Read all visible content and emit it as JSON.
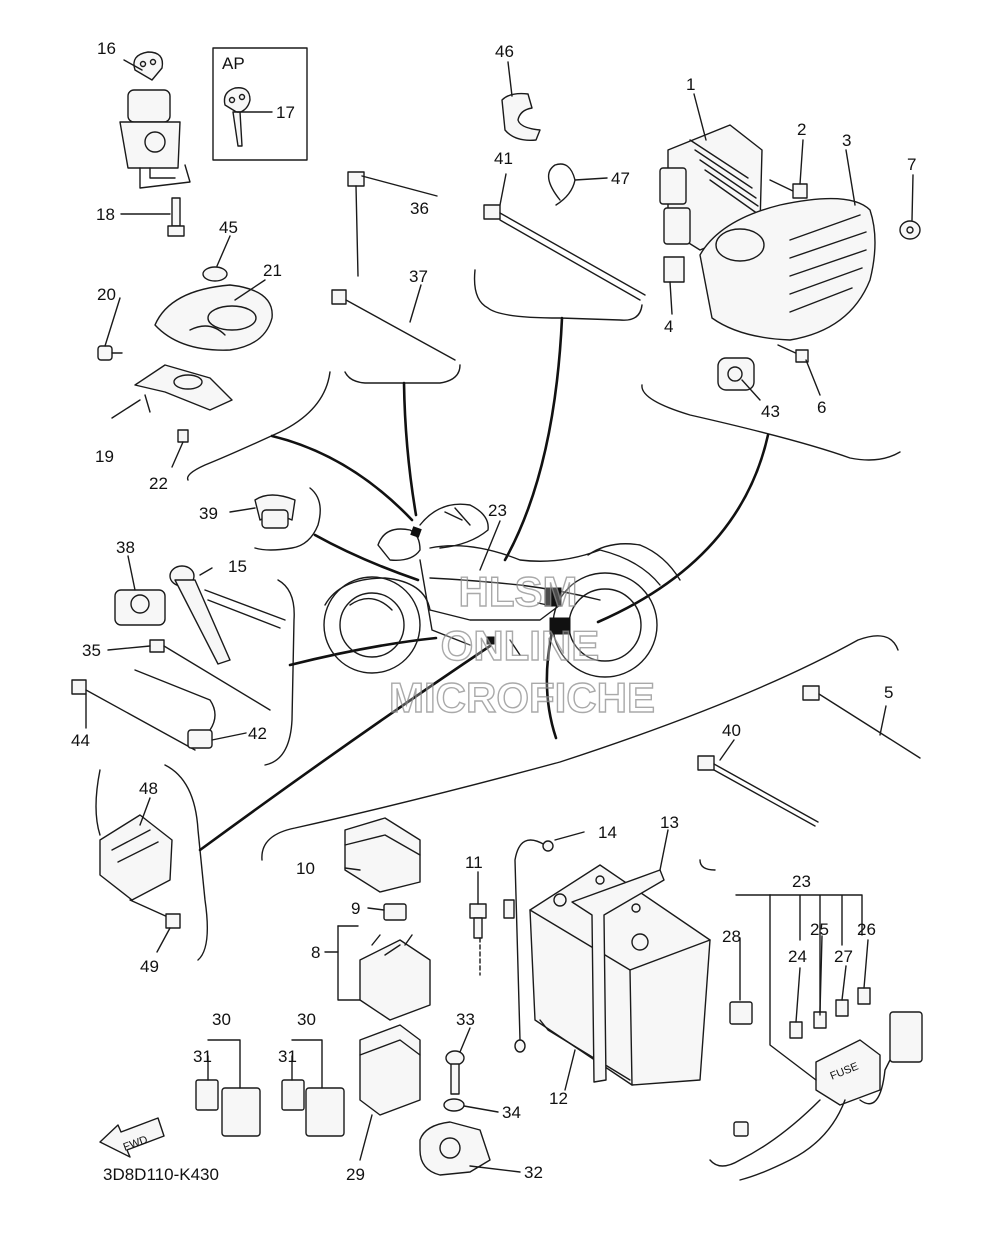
{
  "diagram": {
    "code": "3D8D110-K430",
    "ap_label": "AP",
    "fwd_label": "FWD",
    "fuse_label": "FUSE",
    "watermark": [
      "HLSM",
      "ONLINE",
      "MICROFICHE"
    ],
    "callouts": [
      "1",
      "2",
      "3",
      "4",
      "5",
      "6",
      "7",
      "8",
      "9",
      "10",
      "11",
      "12",
      "13",
      "14",
      "15",
      "16",
      "17",
      "18",
      "19",
      "20",
      "21",
      "22",
      "23",
      "23",
      "24",
      "25",
      "26",
      "27",
      "28",
      "29",
      "30",
      "30",
      "31",
      "31",
      "32",
      "33",
      "34",
      "35",
      "36",
      "37",
      "38",
      "39",
      "40",
      "41",
      "42",
      "43",
      "44",
      "45",
      "46",
      "47",
      "48",
      "49"
    ]
  }
}
